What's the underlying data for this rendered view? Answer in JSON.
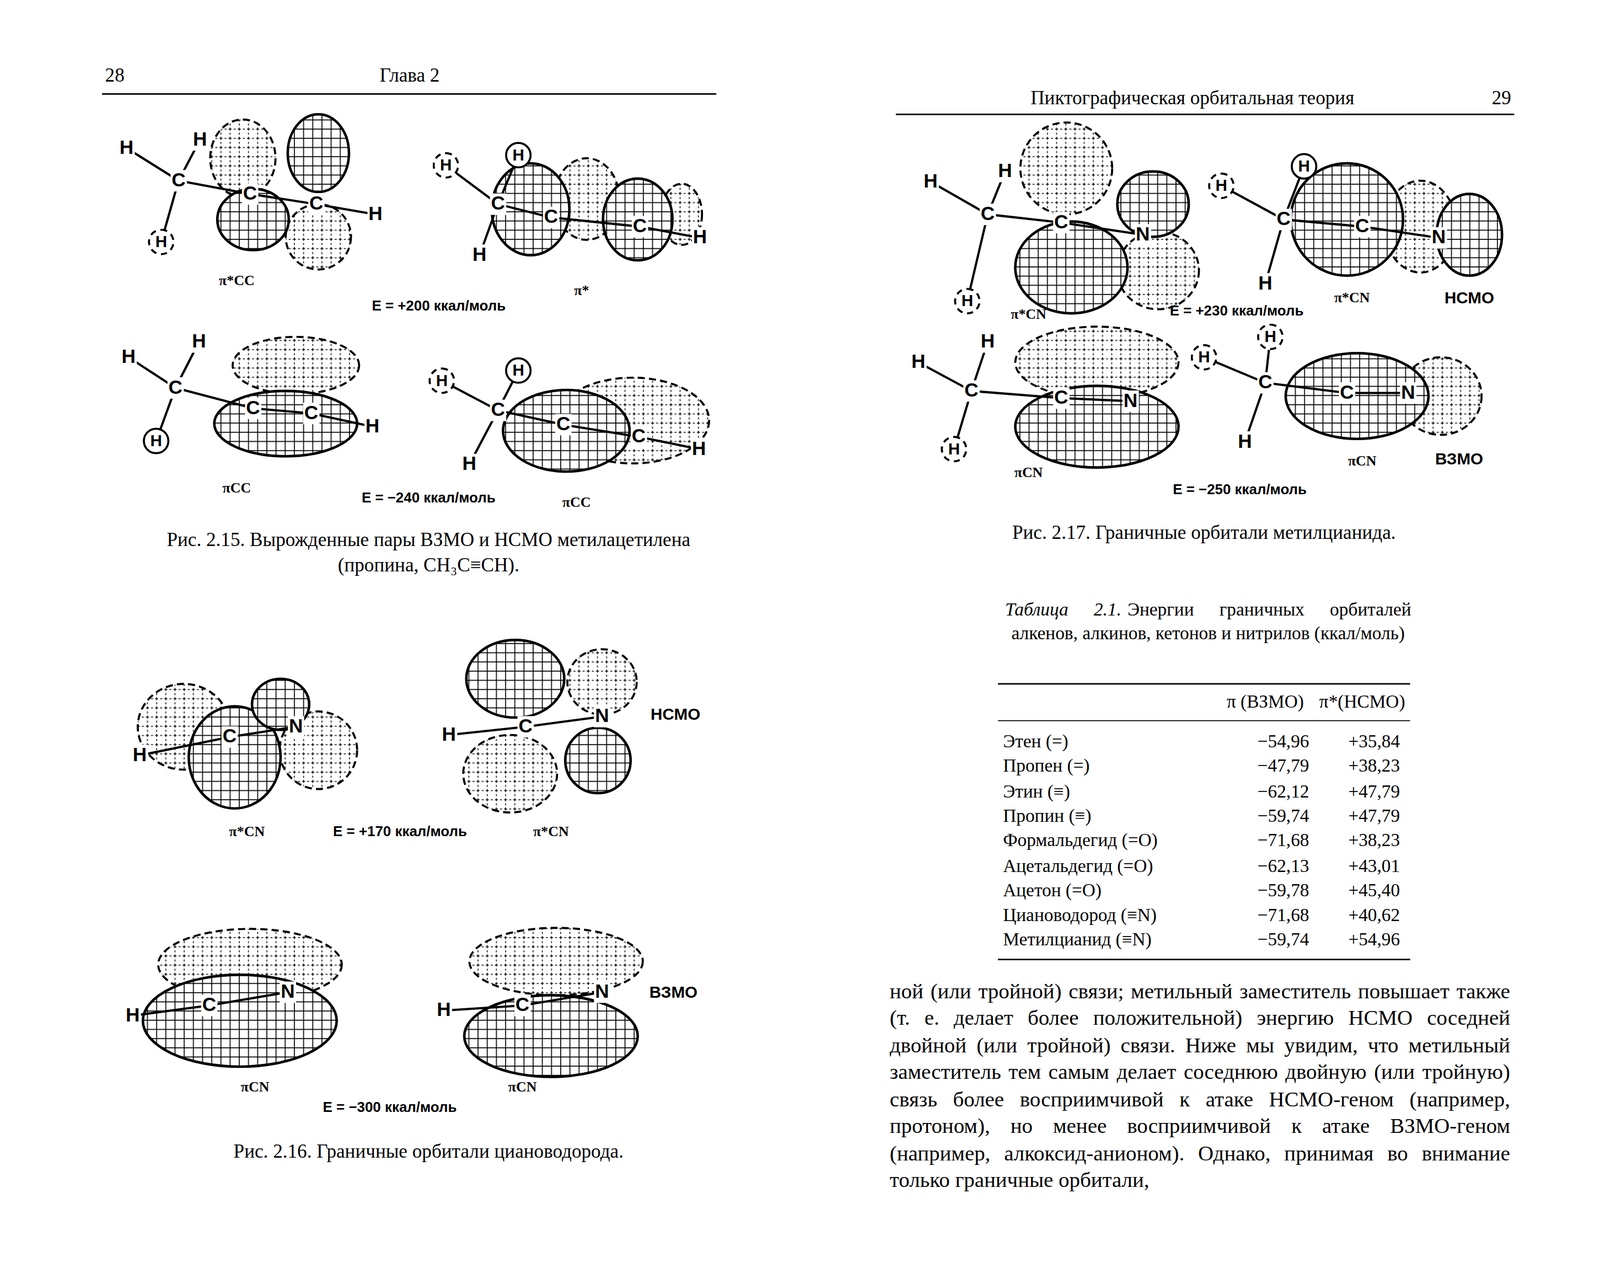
{
  "diagram": {
    "nodes": [
      {
        "text": [
          "H"
        ]
      },
      {
        "text": [
          "H"
        ]
      },
      {
        "text": [
          "H"
        ]
      },
      {
        "text": [
          "H"
        ]
      },
      {
        "text": [
          "H"
        ]
      },
      {
        "text": [
          "H"
        ]
      },
      {
        "text": [
          "H"
        ]
      },
      {
        "text": [
          "H"
        ]
      },
      {
        "text": [
          "H"
        ]
      },
      {
        "text": [
          "H"
        ]
      },
      {
        "text": [
          "H"
        ]
      },
      {
        "text": [
          "H"
        ]
      }
    ],
    "labels": [
      "28",
      "Глава 2",
      "Пиктографическая орбитальная теория",
      "29",
      "H",
      "H",
      "C",
      "C",
      "C",
      "H",
      "C",
      "C",
      "C",
      "H",
      "H",
      "π*CC",
      "π*",
      "E = +200 ккал/моль",
      "H",
      "H",
      "C",
      "C",
      "C",
      "H",
      "C",
      "C",
      "C",
      "H",
      "H",
      "πCC",
      "E = −240 ккал/моль",
      "πCC",
      "Рис. 2.15. Вырожденные пары ВЗМО и НСМО метилацетилена (пропина, CH₃C≡CH).",
      "H",
      "C",
      "N",
      "H",
      "C",
      "N",
      "НСМО",
      "π*CN",
      "E = +170 ккал/моль",
      "π*CN",
      "H",
      "C",
      "N",
      "H",
      "C",
      "N",
      "ВЗМО",
      "πCN",
      "πCN",
      "E = −300 ккал/моль",
      "Рис. 2.16. Граничные орбитали циановодорода.",
      "H",
      "H",
      "C",
      "C",
      "N",
      "C",
      "C",
      "N",
      "H",
      "π*CN",
      "E = +230 ккал/моль",
      "π*CN",
      "НСМО",
      "H",
      "H",
      "C",
      "C",
      "N",
      "C",
      "C",
      "N",
      "H",
      "πCN",
      "πCN",
      "ВЗМО",
      "E = −250 ккал/моль",
      "Рис. 2.17. Граничные орбитали метилцианида.",
      "Таблица 2.1.",
      "Энергии граничных орбиталей алкенов, алкинов, кетонов и нитрилов (ккал/моль)",
      "π (ВЗМО)",
      "π*(НСМО)",
      "Этен (=)",
      "−54,96",
      "+35,84",
      "Пропен (=)",
      "−47,79",
      "+38,23",
      "Этин (≡)",
      "−62,12",
      "+47,79",
      "Пропин (≡)",
      "−59,74",
      "+47,79",
      "Формальдегид (=O)",
      "−71,68",
      "+38,23",
      "Ацетальдегид (=O)",
      "−62,13",
      "+43,01",
      "Ацетон (=O)",
      "−59,78",
      "+45,40",
      "Циановодород (≡N)",
      "−71,68",
      "+40,62",
      "Метилцианид (≡N)",
      "−59,74",
      "+54,96",
      "ной (или тройной) связи; метильный заместитель повышает также (т. е. делает более положительной) энергию НСМО соседней двойной (или тройной) связи. Ниже мы увидим, что метильный заместитель тем самым делает соседнюю двойную (или тройную) связь более восприимчивой к атаке НСМО-геном (например, протоном), но менее восприимчивой к атаке ВЗМО-геном (например, алкоксид-анионом). Однако, принимая во внимание только граничные орбитали,"
    ]
  }
}
